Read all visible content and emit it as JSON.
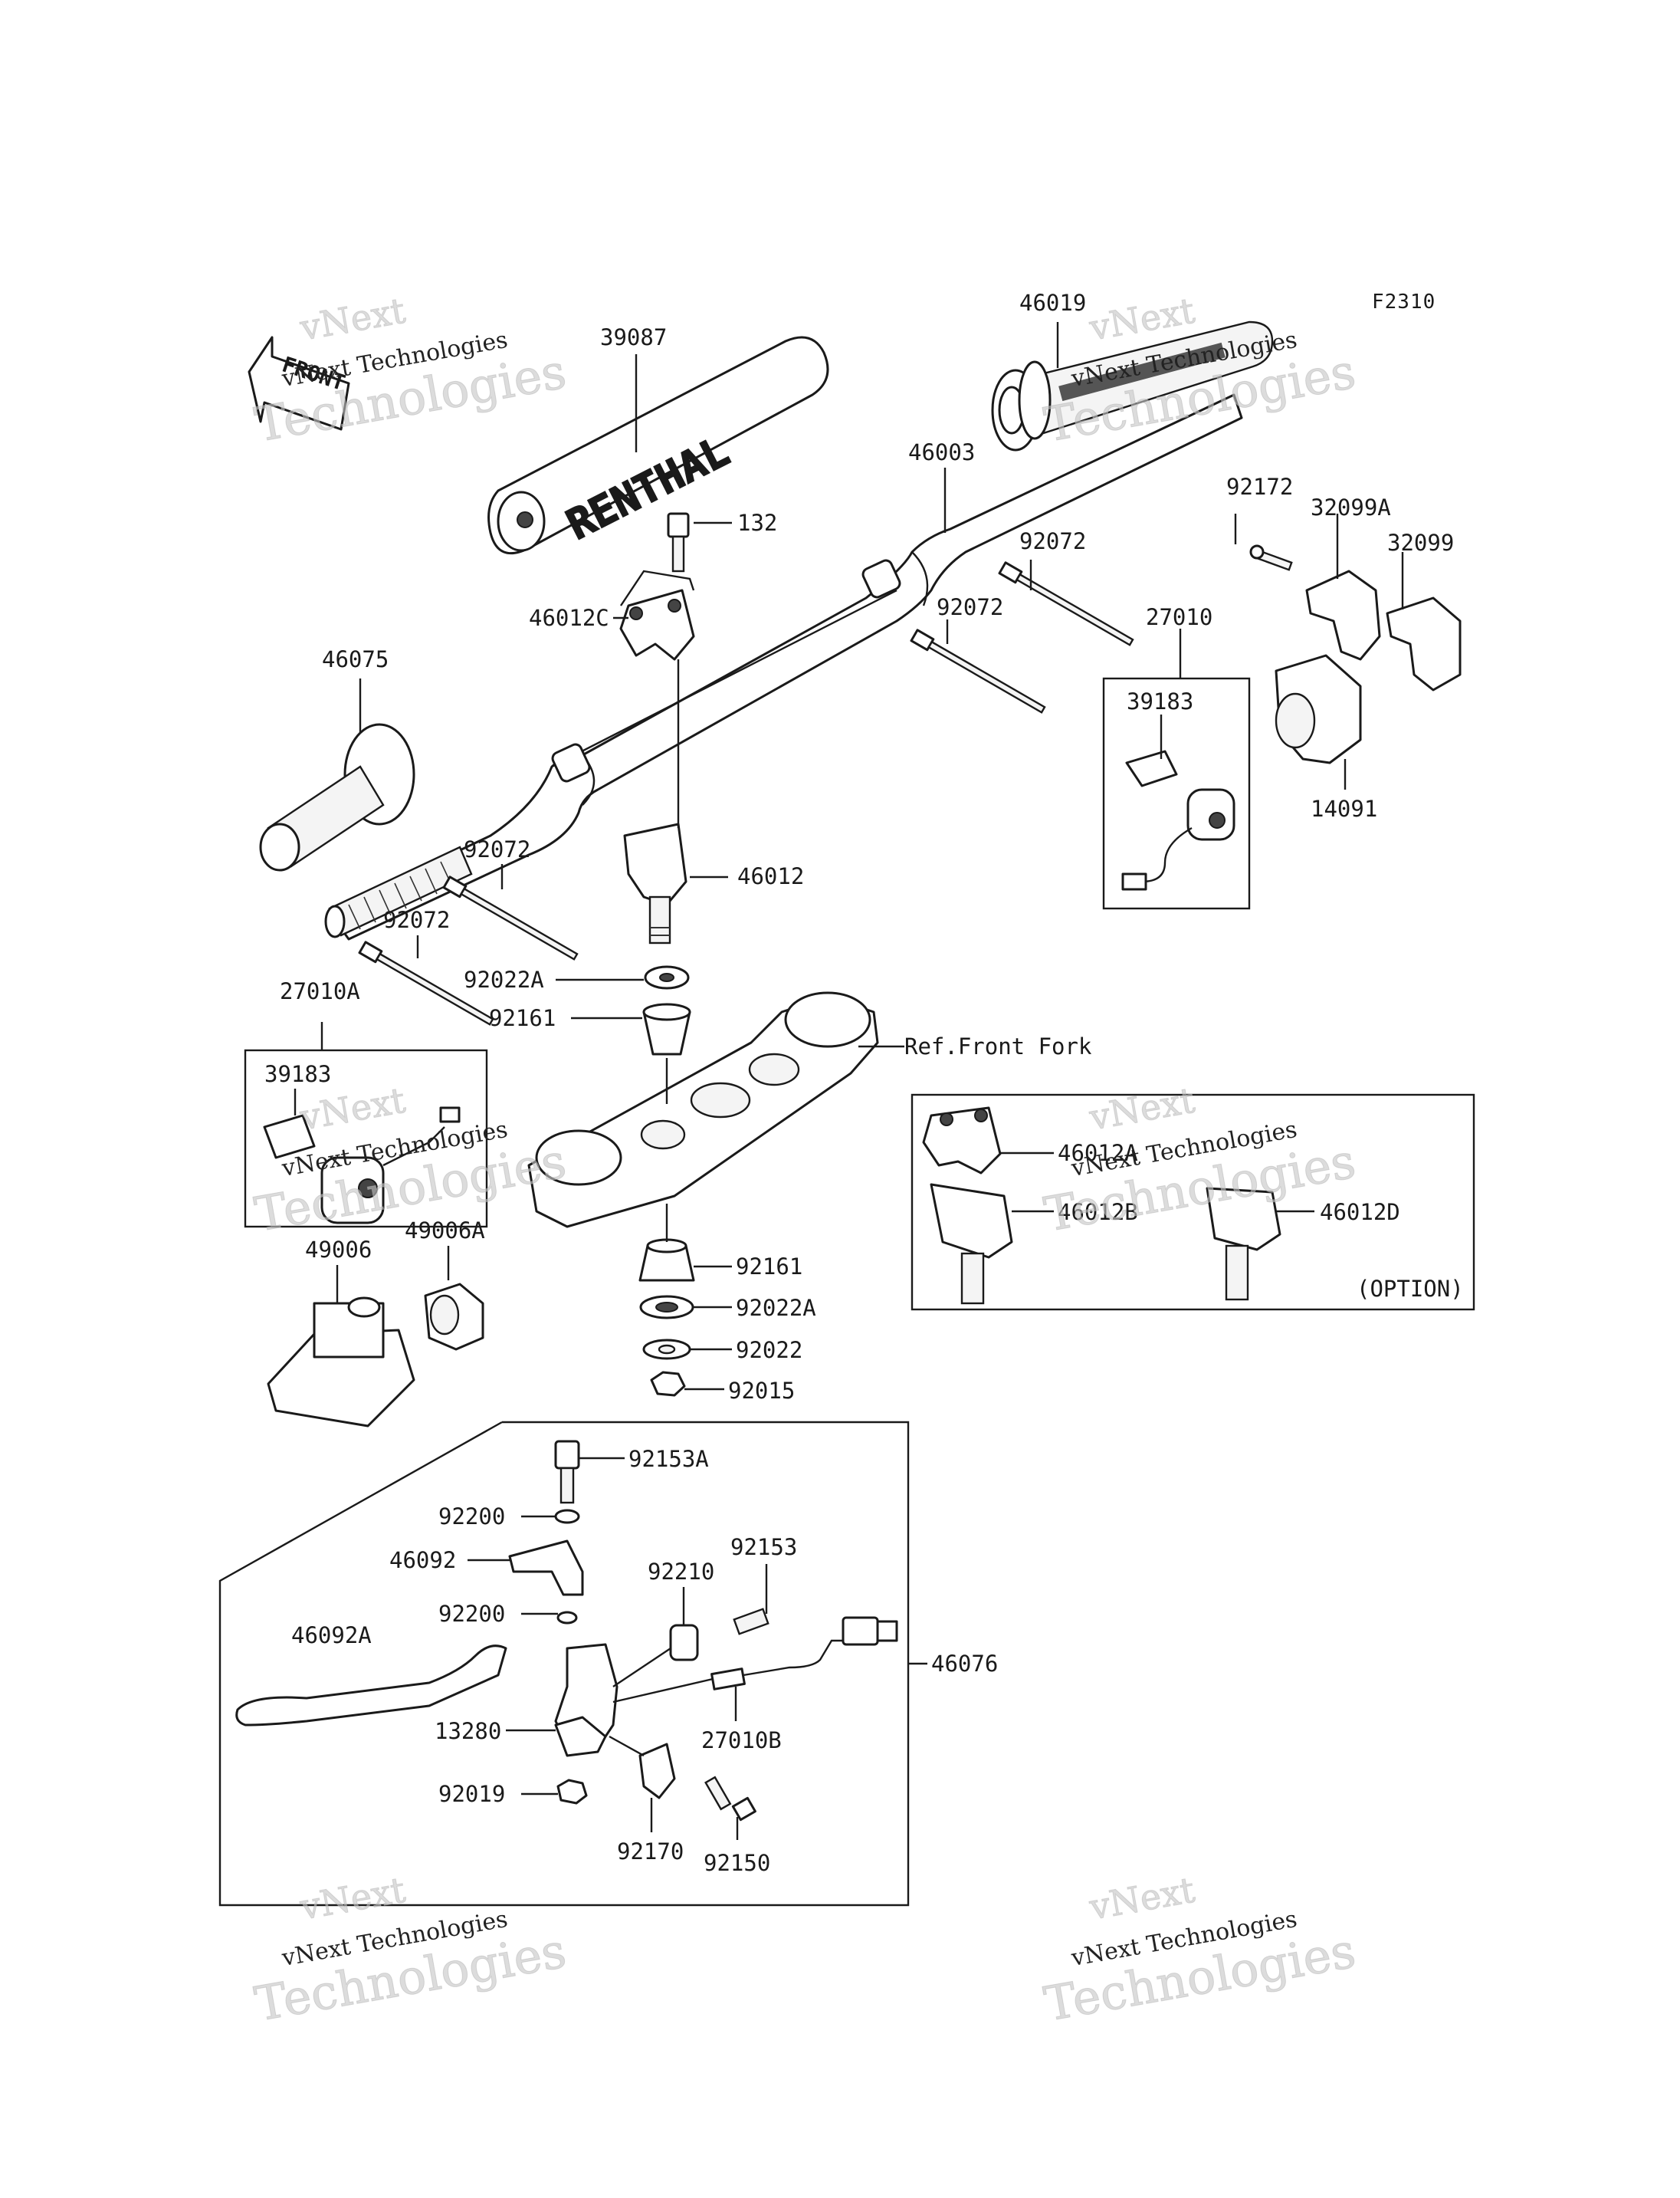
{
  "diagram_code": "F2310",
  "labels": {
    "p39087": "39087",
    "p46019": "46019",
    "p46003": "46003",
    "p132": "132",
    "p46012C": "46012C",
    "p46075": "46075",
    "p92072a": "92072",
    "p92072b": "92072",
    "p92072c": "92072",
    "p92072d": "92072",
    "p92172": "92172",
    "p32099A": "32099A",
    "p32099": "32099",
    "p27010": "27010",
    "p39183a": "39183",
    "p14091": "14091",
    "p46012": "46012",
    "p92022A_top": "92022A",
    "p92161_top": "92161",
    "p27010A": "27010A",
    "p39183b": "39183",
    "ref_front_fork": "Ref.Front Fork",
    "p46012A": "46012A",
    "p46012B": "46012B",
    "p46012D": "46012D",
    "option": "(OPTION)",
    "p49006": "49006",
    "p49006A": "49006A",
    "p92161_bot": "92161",
    "p92022A_bot": "92022A",
    "p92022": "92022",
    "p92015": "92015",
    "p92153A": "92153A",
    "p92200a": "92200",
    "p46092": "46092",
    "p92153": "92153",
    "p92210": "92210",
    "p92200b": "92200",
    "p46092A": "46092A",
    "p46076": "46076",
    "p13280": "13280",
    "p27010B": "27010B",
    "p92019": "92019",
    "p92170": "92170",
    "p92150": "92150"
  },
  "front_arrow": "FRONT",
  "grip_brand": "RENTHAL",
  "watermark": {
    "line1": "vNext",
    "line2": "vNext Technologies",
    "line3": "Technologies"
  }
}
